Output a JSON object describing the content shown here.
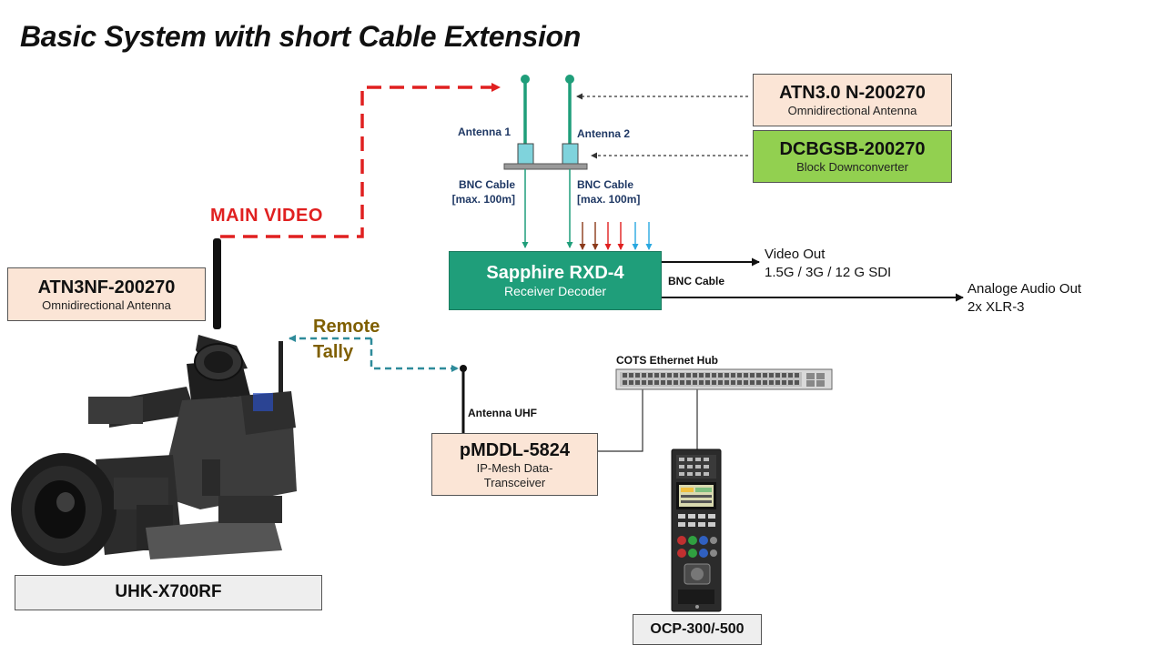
{
  "title": "Basic System with short Cable Extension",
  "boxes": {
    "atn30": {
      "main": "ATN3.0 N-200270",
      "sub": "Omnidirectional Antenna"
    },
    "dcbgsb": {
      "main": "DCBGSB-200270",
      "sub": "Block Downconverter"
    },
    "sapphire": {
      "main": "Sapphire RXD-4",
      "sub": "Receiver Decoder"
    },
    "atn3nf": {
      "main": "ATN3NF-200270",
      "sub": "Omnidirectional Antenna"
    },
    "pmddl": {
      "main": "pMDDL-5824",
      "sub": "IP-Mesh Data-Transceiver"
    },
    "uhk": {
      "main": "UHK-X700RF"
    },
    "ocp": {
      "main": "OCP-300/-500"
    }
  },
  "labels": {
    "antenna1": "Antenna 1",
    "antenna2": "Antenna 2",
    "bnc_left_1": "BNC Cable",
    "bnc_left_2": "[max. 100m]",
    "bnc_right_1": "BNC Cable",
    "bnc_right_2": "[max. 100m]",
    "bnc_out": "BNC Cable",
    "video_out_1": "Video Out",
    "video_out_2": "1.5G / 3G / 12 G SDI",
    "audio_out_1": "Analoge Audio Out",
    "audio_out_2": "2x XLR-3",
    "main_video": "MAIN VIDEO",
    "remote": "Remote",
    "tally": "Tally",
    "antenna_uhf": "Antenna UHF",
    "cots_hub": "COTS Ethernet Hub"
  },
  "colors": {
    "red_dashed": "#e02020",
    "teal_dashed": "#2e8b9a",
    "sapphire": "#1f9e7a",
    "antenna": "#1f9e7a",
    "orange_box": "#fbe5d6",
    "green_box": "#92d050",
    "arrow_brown": "#8b3a1a",
    "arrow_red": "#e02020",
    "arrow_cyan": "#29a8e0"
  }
}
